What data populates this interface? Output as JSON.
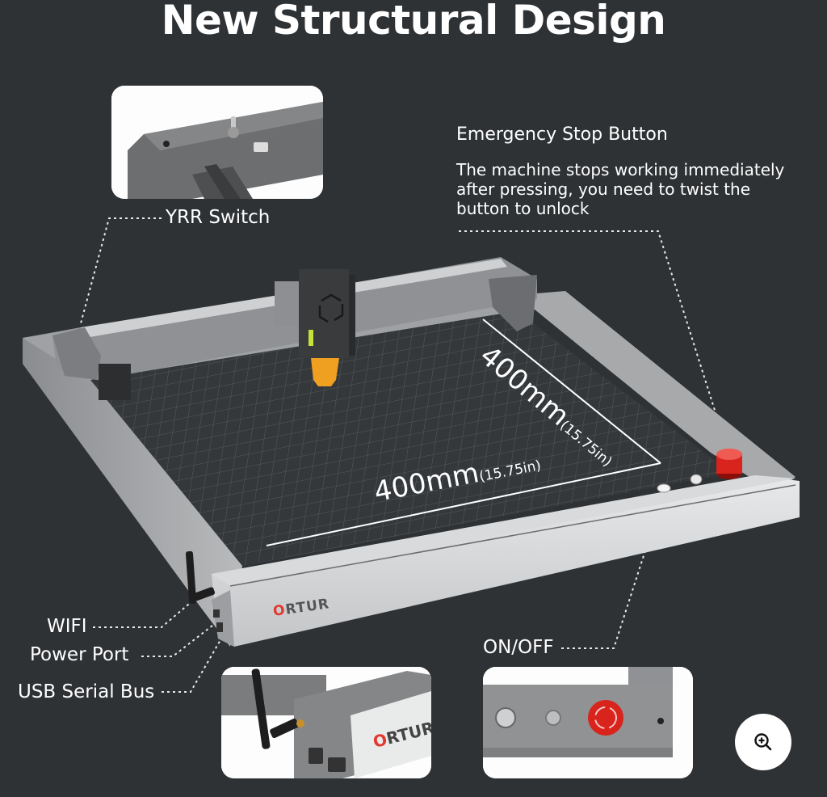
{
  "title": "New Structural Design",
  "callouts": {
    "yrr_switch": {
      "label": "YRR Switch"
    },
    "emergency_stop": {
      "heading": "Emergency Stop Button",
      "description": "The machine stops working immediately after pressing, you need to twist the button to unlock"
    },
    "wifi": {
      "label": "WIFI"
    },
    "power_port": {
      "label": "Power Port"
    },
    "usb_serial_bus": {
      "label": "USB Serial Bus"
    },
    "on_off": {
      "label": "ON/OFF"
    }
  },
  "dimensions": {
    "width": {
      "value": "400mm",
      "imperial": "(15.75in)"
    },
    "depth": {
      "value": "400mm",
      "imperial": "(15.75in)"
    }
  },
  "brand": {
    "logo_text": "ORTUR",
    "logo_first_letter": "O",
    "logo_rest": "RTUR",
    "accent_color": "#e2382f"
  },
  "colors": {
    "background": "#2f3235",
    "frame": "#b9bbbd",
    "bed": "#3a3d40",
    "estop_red": "#d8241c",
    "laser_lens": "#f0a020"
  },
  "zoom_button": {
    "icon": "zoom-in-icon"
  }
}
